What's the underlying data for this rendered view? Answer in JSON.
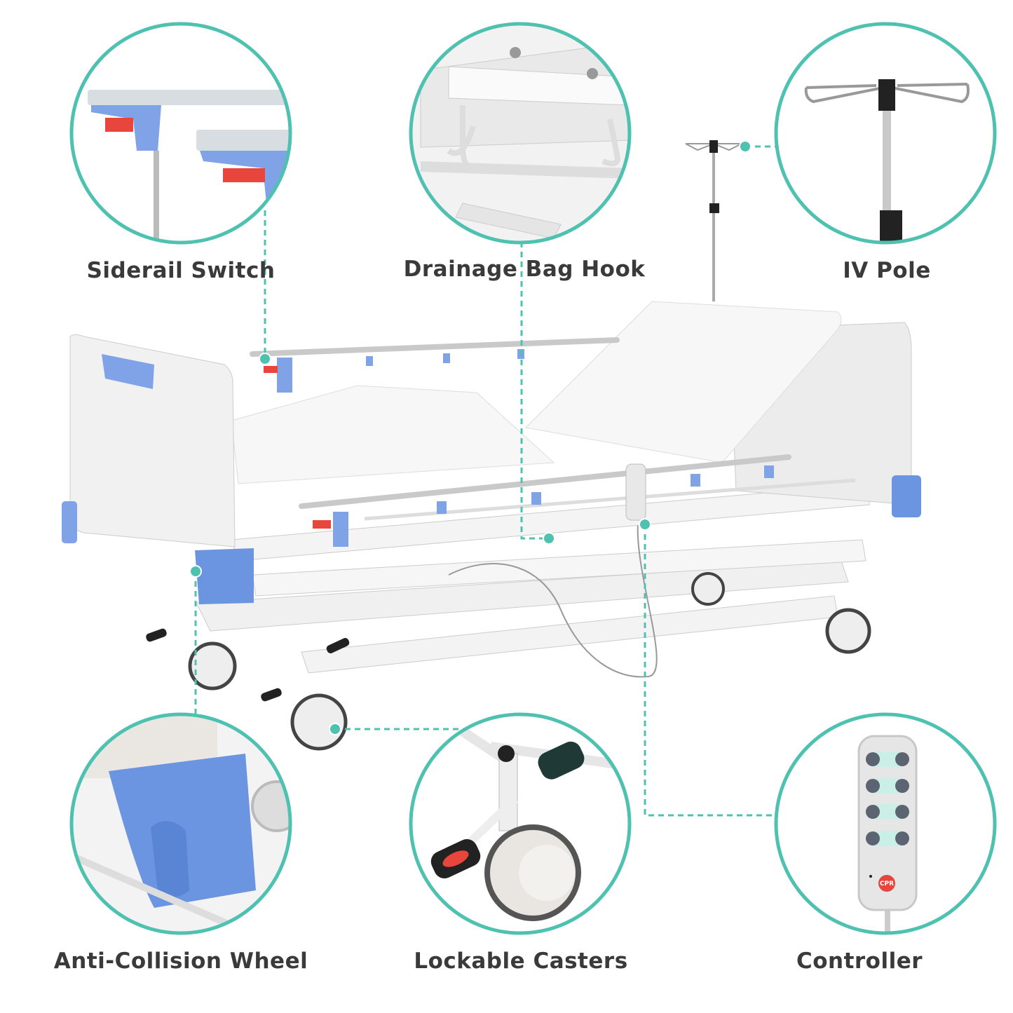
{
  "features": [
    {
      "label": "Siderail Switch"
    },
    {
      "label": "Drainage Bag Hook"
    },
    {
      "label": "IV Pole"
    },
    {
      "label": "Anti-Collision Wheel"
    },
    {
      "label": "Lockable Casters"
    },
    {
      "label": "Controller"
    }
  ],
  "controller": {
    "button_text": "CPR"
  },
  "colors": {
    "accent": "#4fc1b0",
    "label": "#3a3a3a",
    "blue": "#7fa3e6",
    "red": "#e8453c"
  }
}
